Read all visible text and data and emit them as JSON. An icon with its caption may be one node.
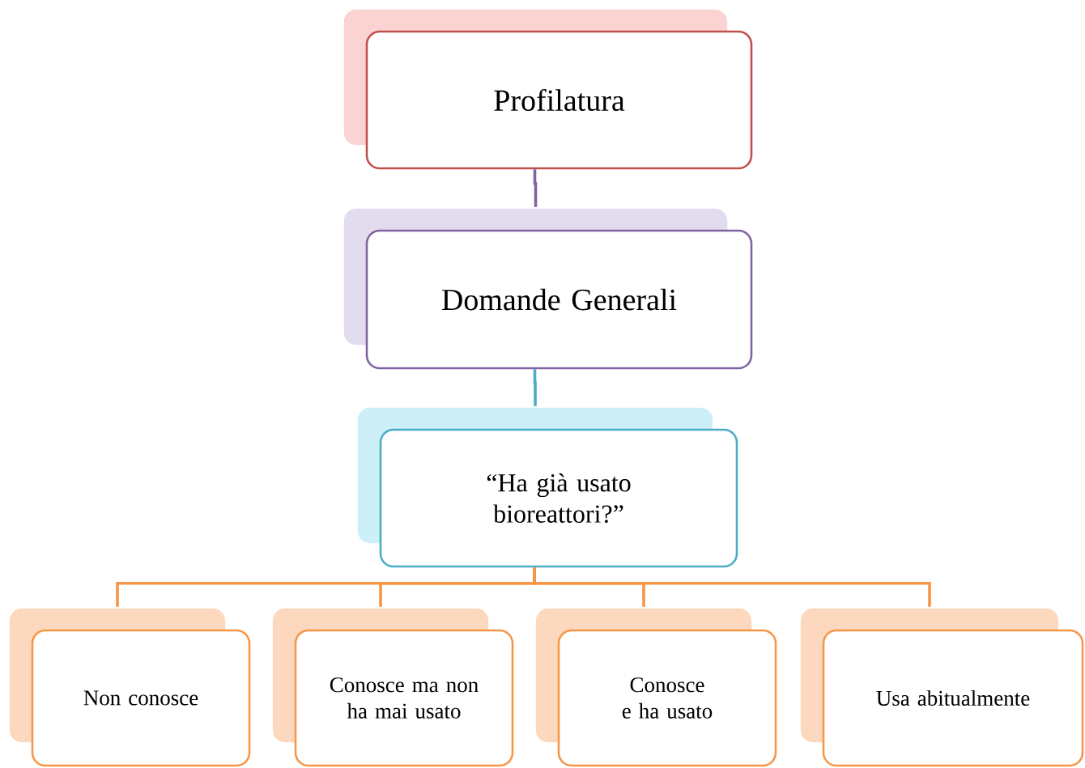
{
  "diagram": {
    "nodes": [
      {
        "text": [
          "Profilatura"
        ]
      },
      {
        "text": [
          "Domande Generali"
        ]
      },
      {
        "text": [
          "“Ha già usato bioreattori?”"
        ]
      },
      {
        "text": [
          "Non conosce"
        ]
      },
      {
        "text": [
          "Conosce ma non ha mai usato"
        ]
      },
      {
        "text": [
          "Conosce e ha usato"
        ]
      },
      {
        "text": [
          "Usa abitualmente"
        ]
      }
    ],
    "edges": [
      {
        "from": 0,
        "to": 1,
        "arrow": "none",
        "color": "#8064a2"
      },
      {
        "from": 1,
        "to": 2,
        "arrow": "none",
        "color": "#4bacc6"
      },
      {
        "from": 2,
        "to": 3,
        "arrow": "none"
      },
      {
        "from": 2,
        "to": 4,
        "arrow": "none"
      },
      {
        "from": 2,
        "to": 5,
        "arrow": "none"
      },
      {
        "from": 2,
        "to": 6,
        "arrow": "none"
      }
    ]
  }
}
